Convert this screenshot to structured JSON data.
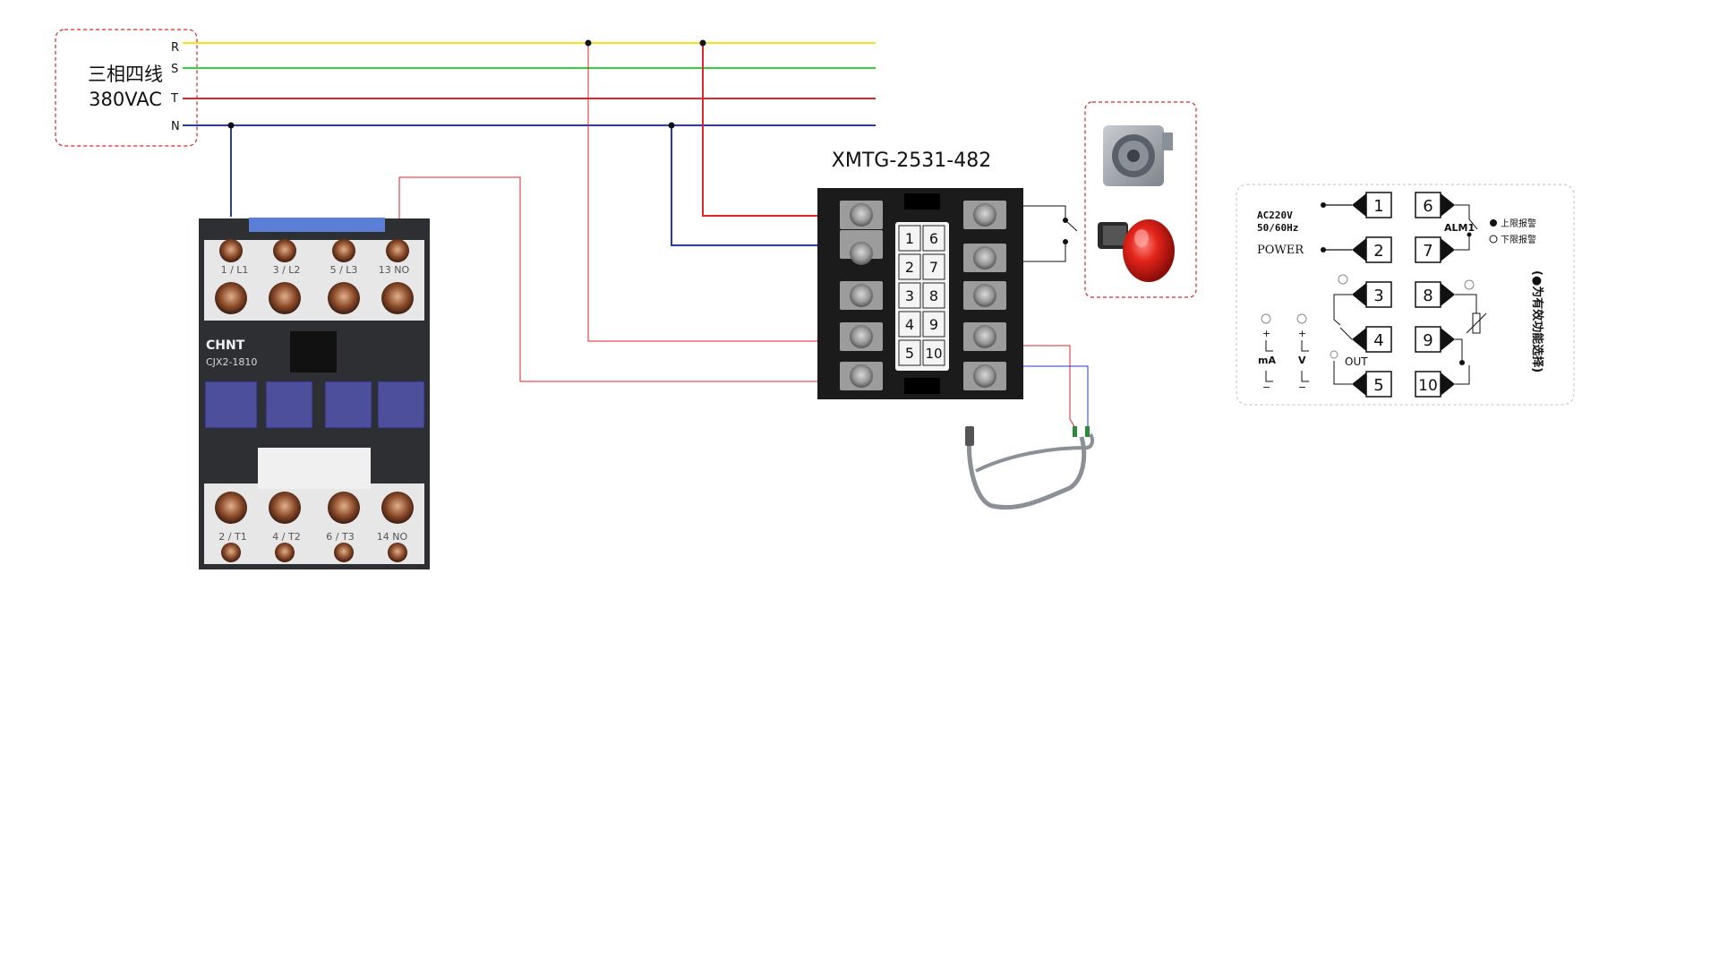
{
  "power_source": {
    "label_line1": "三相四线",
    "label_line2": "380VAC",
    "phases": [
      {
        "name": "R",
        "color": "#f5e11c"
      },
      {
        "name": "S",
        "color": "#35d13a"
      },
      {
        "name": "T",
        "color": "#e0252b"
      },
      {
        "name": "N",
        "color": "#2638c4"
      }
    ]
  },
  "contactor": {
    "brand": "CHNT",
    "model": "CJX2-1810",
    "top_terminals": [
      "1 / L1",
      "3 / L2",
      "5 / L3",
      "13 NO"
    ],
    "bottom_terminals": [
      "2 / T1",
      "4 / T2",
      "6 / T3",
      "14 NO"
    ]
  },
  "controller": {
    "model": "XMTG-2531-482",
    "left_numbers": [
      "1",
      "2",
      "3",
      "4",
      "5"
    ],
    "right_numbers": [
      "6",
      "7",
      "8",
      "9",
      "10"
    ]
  },
  "legend": {
    "supply_line1": "AC220V",
    "supply_line2": "50/60Hz",
    "power_label": "POWER",
    "alarm_label": "ALM1",
    "upper_alarm": "上限报警",
    "lower_alarm": "下限报警",
    "out_label": "OUT",
    "ma_label": "mA",
    "v_label": "V",
    "plus": "+",
    "minus": "−",
    "note": "(●为有效功能选择)",
    "terminals": [
      "1",
      "2",
      "3",
      "4",
      "5",
      "6",
      "7",
      "8",
      "9",
      "10"
    ]
  },
  "colors": {
    "wire_red": "#e0252b",
    "wire_blue": "#2638c4",
    "dashed_border": "#e0252b"
  }
}
